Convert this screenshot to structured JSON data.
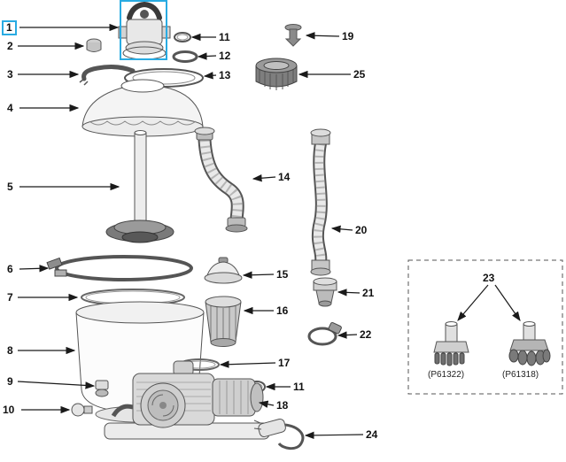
{
  "diagram": {
    "highlight_color": "#29abe2",
    "selected_part": "1",
    "callouts": [
      {
        "label": "1"
      },
      {
        "label": "2"
      },
      {
        "label": "3"
      },
      {
        "label": "4"
      },
      {
        "label": "5"
      },
      {
        "label": "6"
      },
      {
        "label": "7"
      },
      {
        "label": "8"
      },
      {
        "label": "9"
      },
      {
        "label": "10"
      },
      {
        "label": "11"
      },
      {
        "label": "12"
      },
      {
        "label": "13"
      },
      {
        "label": "14"
      },
      {
        "label": "15"
      },
      {
        "label": "16"
      },
      {
        "label": "17"
      },
      {
        "label": "11"
      },
      {
        "label": "18"
      },
      {
        "label": "19"
      },
      {
        "label": "25"
      },
      {
        "label": "20"
      },
      {
        "label": "21"
      },
      {
        "label": "22"
      },
      {
        "label": "24"
      },
      {
        "label": "23"
      }
    ],
    "inset": {
      "codes": [
        "(P61322)",
        "(P61318)"
      ]
    }
  }
}
